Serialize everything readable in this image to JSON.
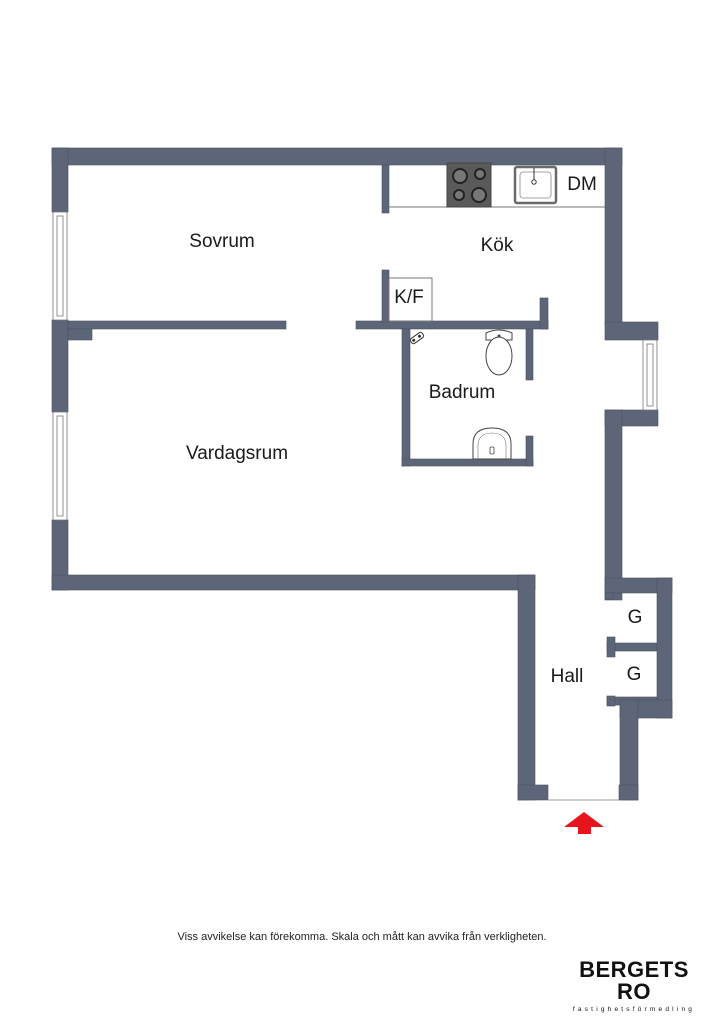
{
  "floorplan": {
    "wall_color": "#5c6678",
    "entry_arrow_color": "#e8141c",
    "rooms": {
      "sovrum": "Sovrum",
      "kok": "Kök",
      "vardagsrum": "Vardagsrum",
      "badrum": "Badrum",
      "hall": "Hall"
    },
    "fixtures": {
      "dishwasher": "DM",
      "fridge_freezer": "K/F",
      "closet_1": "G",
      "closet_2": "G"
    }
  },
  "footer": {
    "disclaimer": "Viss avvikelse kan förekomma. Skala och mått kan avvika från verkligheten.",
    "brand_name": "BERGETS RO",
    "brand_tagline": "fastighetsförmedling"
  }
}
